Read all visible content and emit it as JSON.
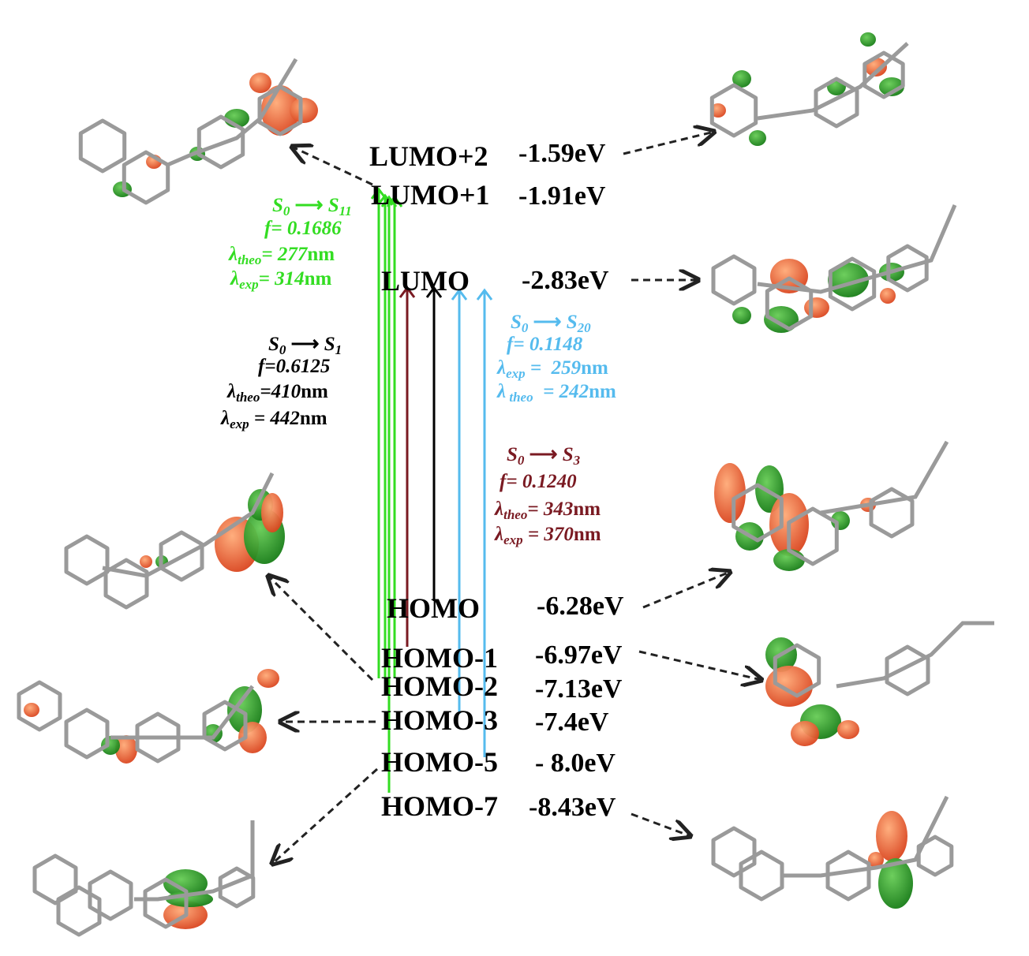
{
  "levels": [
    {
      "id": "lumo2",
      "label": "LUMO+2",
      "energy": "-1.59eV"
    },
    {
      "id": "lumo1",
      "label": "LUMO+1",
      "energy": "-1.91eV"
    },
    {
      "id": "lumo",
      "label": "LUMO",
      "energy": "-2.83eV"
    },
    {
      "id": "homo",
      "label": "HOMO",
      "energy": "-6.28eV"
    },
    {
      "id": "homo1",
      "label": "HOMO-1",
      "energy": "-6.97eV"
    },
    {
      "id": "homo2",
      "label": "HOMO-2",
      "energy": "-7.13eV"
    },
    {
      "id": "homo3",
      "label": "HOMO-3",
      "energy": "-7.4eV"
    },
    {
      "id": "homo5",
      "label": "HOMO-5",
      "energy": "- 8.0eV"
    },
    {
      "id": "homo7",
      "label": "HOMO-7",
      "energy": "-8.43eV"
    }
  ],
  "transitions": {
    "s11": {
      "color": "#33dd22",
      "state_from": "S",
      "sub_from": "0",
      "state_to": "S",
      "sub_to": "11",
      "f": "f= 0.1686",
      "l1_sym": "λ",
      "l1_sub": "theo",
      "l1_val": "= 277",
      "l2_sym": "λ",
      "l2_sub": "exp",
      "l2_val": "= 314",
      "unit": "nm"
    },
    "s1": {
      "color": "#000000",
      "state_from": "S",
      "sub_from": "0",
      "state_to": "S",
      "sub_to": "1",
      "f": "f=0.6125",
      "l1_sym": "λ",
      "l1_sub": "theo",
      "l1_val": "=410",
      "l2_sym": "λ",
      "l2_sub": "exp",
      "l2_val": " = 442",
      "unit": "nm"
    },
    "s20": {
      "color": "#55bbee",
      "state_from": "S",
      "sub_from": "0",
      "state_to": "S",
      "sub_to": "20",
      "f": "f= 0.1148",
      "l1_sym": "λ",
      "l1_sub": "exp",
      "l1_val": " =  259",
      "l2_sym": "λ",
      "l2_sub": " theo",
      "l2_val": "  = 242",
      "unit": "nm"
    },
    "s3": {
      "color": "#7a1a22",
      "state_from": "S",
      "sub_from": "0",
      "state_to": "S",
      "sub_to": "3",
      "f": "f= 0.1240",
      "l1_sym": "λ",
      "l1_sub": "theo",
      "l1_val": "= 343",
      "l2_sym": "λ",
      "l2_sub": "exp",
      "l2_val": " = 370",
      "unit": "nm"
    }
  },
  "colors": {
    "lobe_positive": "#ee5522",
    "lobe_negative": "#229922",
    "bond": "#9a9a9a",
    "arrow": "#222222"
  }
}
